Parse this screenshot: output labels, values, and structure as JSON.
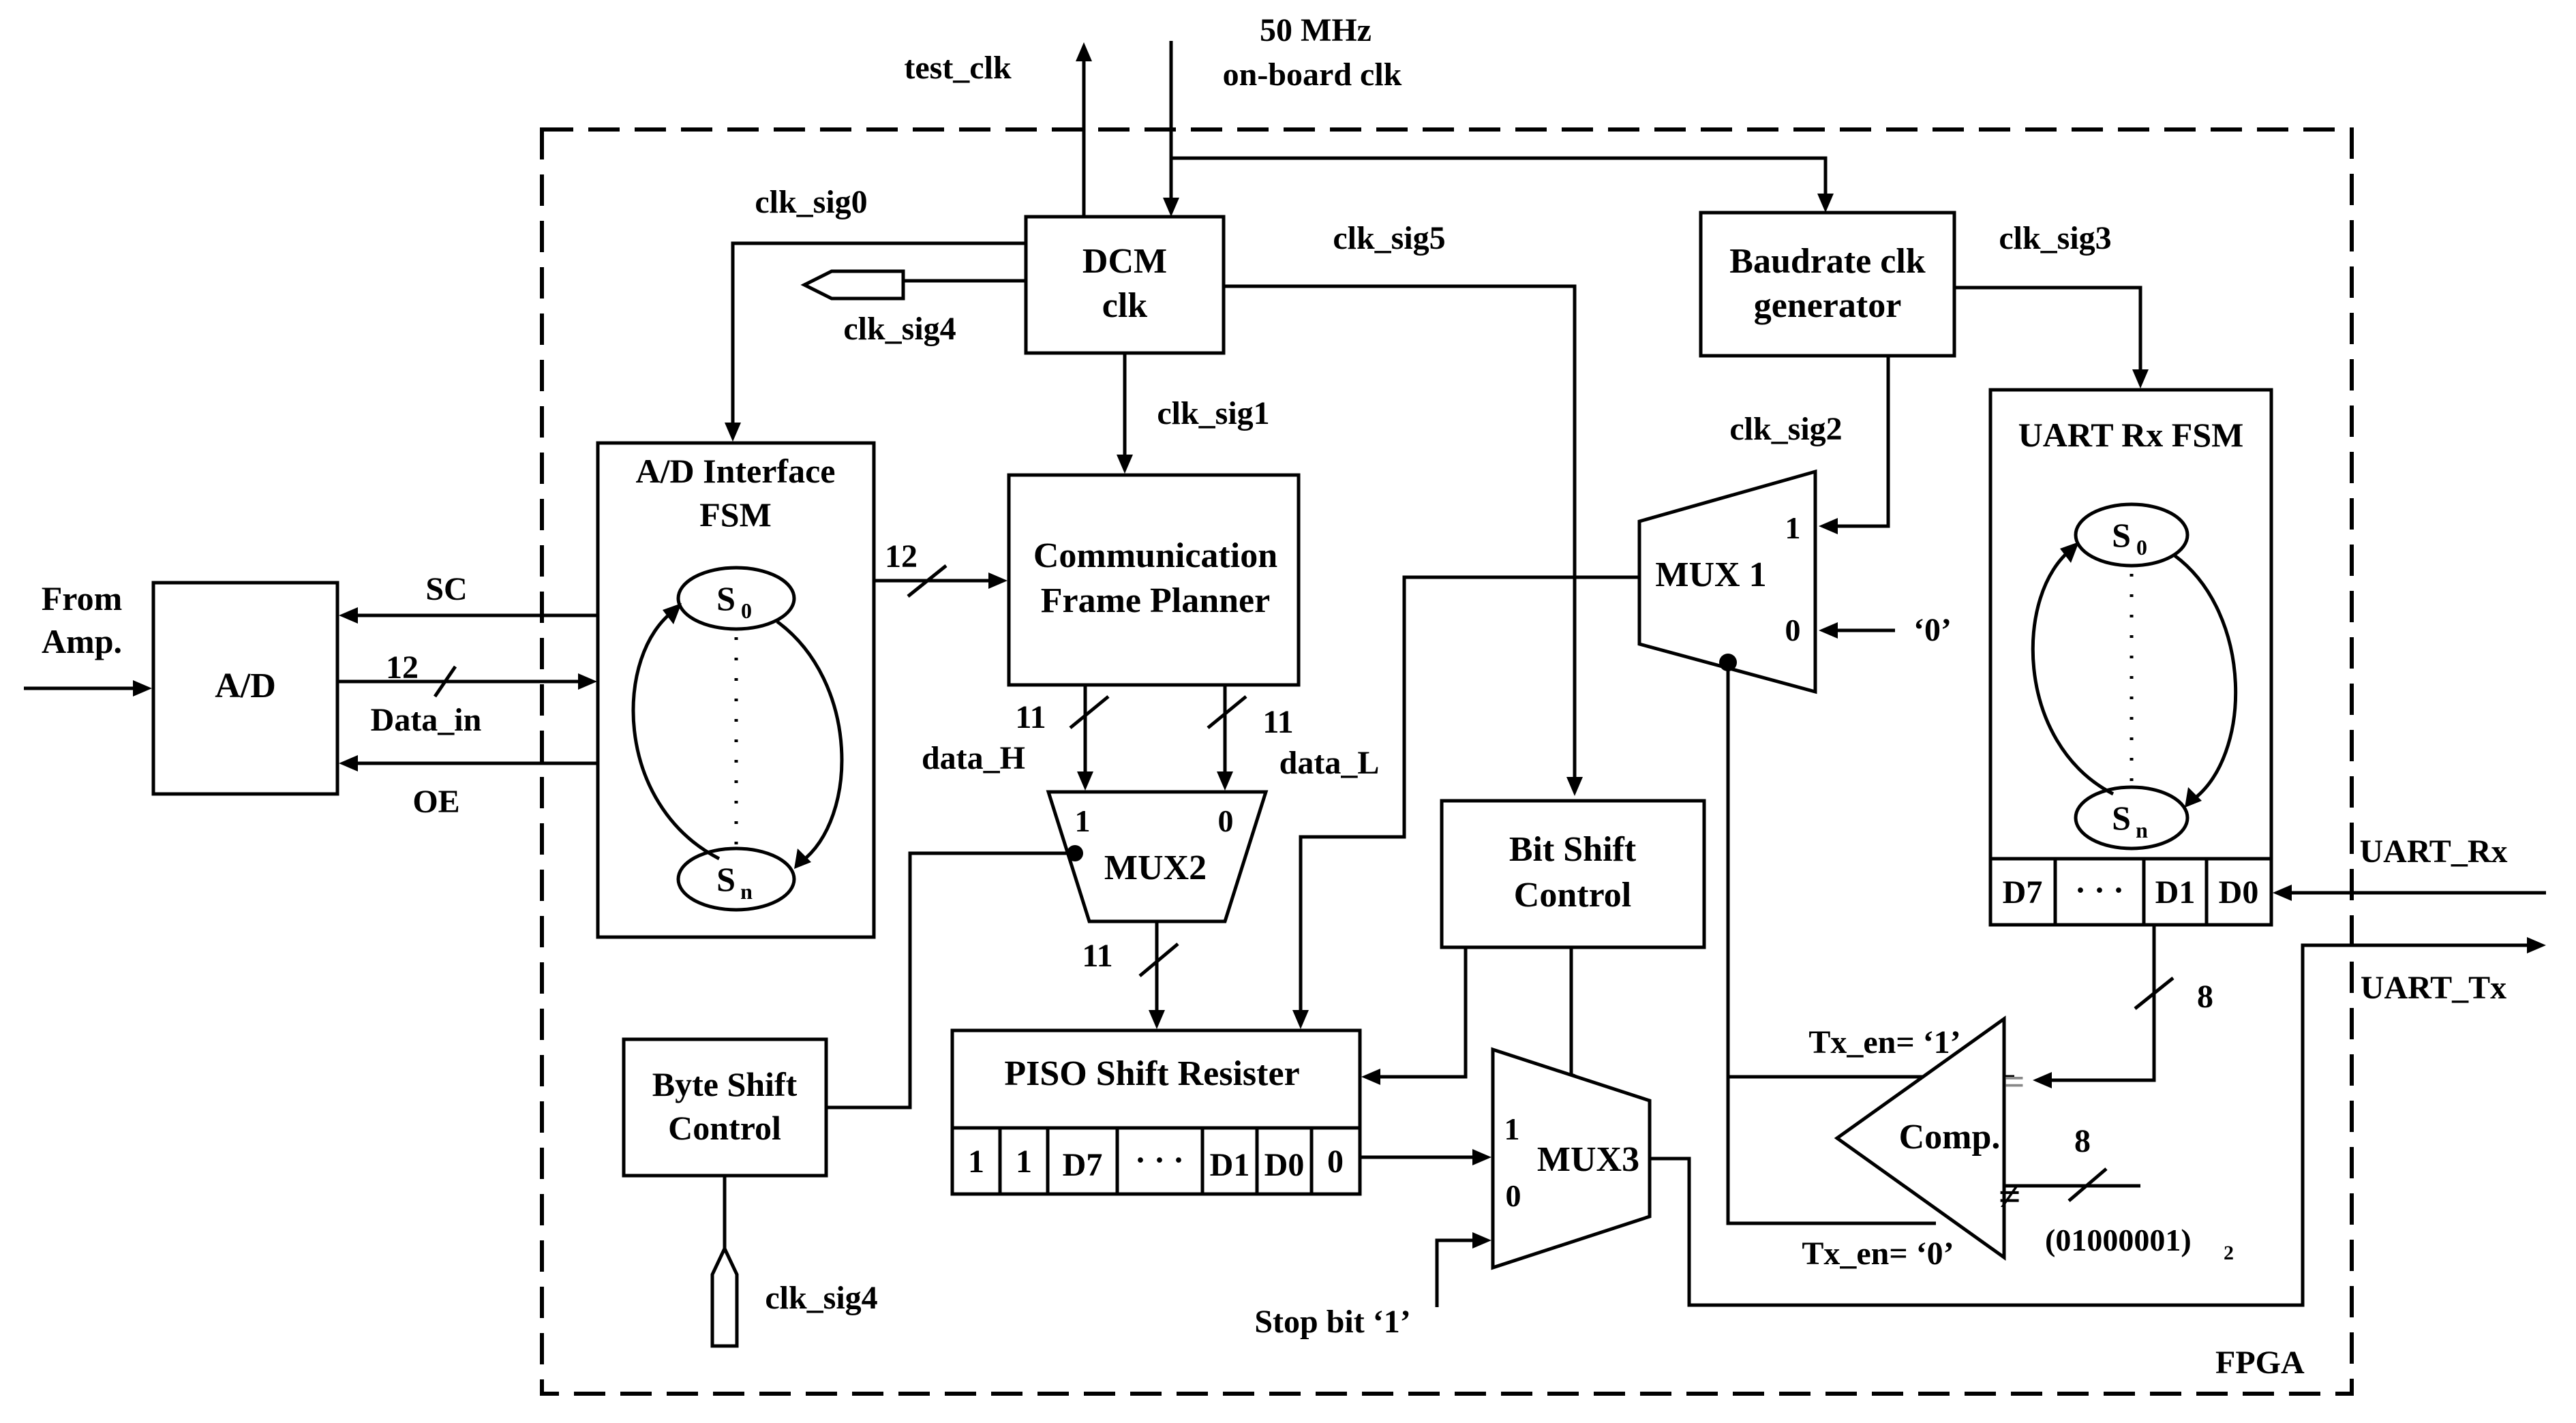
{
  "external": {
    "from_amp": [
      "From",
      "Amp."
    ],
    "test_clk": "test_clk",
    "onboard_clk": [
      "50 MHz",
      "on-board clk"
    ],
    "uart_rx": "UART_Rx",
    "uart_tx": "UART_Tx",
    "fpga": "FPGA"
  },
  "blocks": {
    "ad": "A/D",
    "ad_fsm": [
      "A/D Interface",
      "FSM"
    ],
    "dcm": [
      "DCM",
      "clk"
    ],
    "comm": [
      "Communication",
      "Frame Planner"
    ],
    "baud": [
      "Baudrate clk",
      "generator"
    ],
    "uart_fsm": "UART Rx FSM",
    "mux1": "MUX 1",
    "mux2": "MUX2",
    "mux3": "MUX3",
    "bit_shift": [
      "Bit Shift",
      "Control"
    ],
    "byte_shift": [
      "Byte Shift",
      "Control"
    ],
    "piso": "PISO Shift Resister",
    "comp": "Comp."
  },
  "signals": {
    "sc": "SC",
    "oe": "OE",
    "data_in": "Data_in",
    "bus12": "12",
    "bus11": "11",
    "bus8": "8",
    "data_h": "data_H",
    "data_l": "data_L",
    "clk_sig0": "clk_sig0",
    "clk_sig1": "clk_sig1",
    "clk_sig2": "clk_sig2",
    "clk_sig3": "clk_sig3",
    "clk_sig4": "clk_sig4",
    "clk_sig5": "clk_sig5",
    "zero_const": "‘0’",
    "stop_bit": "Stop bit ‘1’",
    "tx_en1": "Tx_en= ‘1’",
    "tx_en0": "Tx_en= ‘0’",
    "eq": "=",
    "neq": "≠",
    "const_bits": "(01000001)",
    "const_sub": "2",
    "one": "1",
    "zero": "0"
  },
  "states": {
    "s": "S",
    "first": "0",
    "last": "n"
  },
  "piso_cells": [
    "1",
    "1",
    "D7",
    "· · ·",
    "D1",
    "D0",
    "0"
  ],
  "uart_cells": [
    "D7",
    "· · ·",
    "D1",
    "D0"
  ]
}
